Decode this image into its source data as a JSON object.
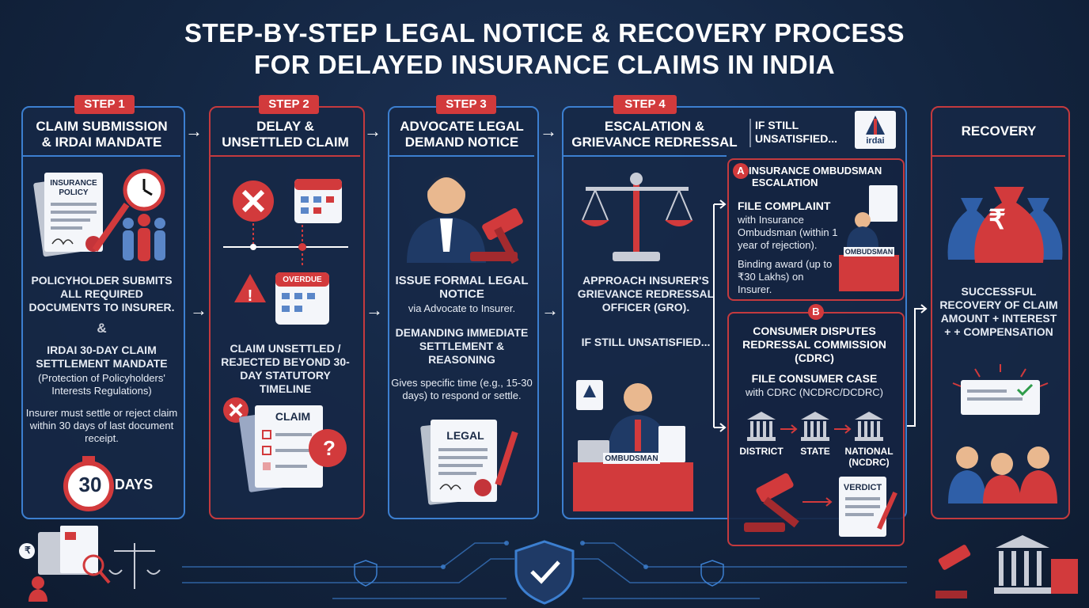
{
  "title": {
    "line1": "STEP-BY-STEP LEGAL NOTICE & RECOVERY PROCESS",
    "line2": "FOR DELAYED INSURANCE CLAIMS IN INDIA"
  },
  "step1": {
    "badge": "STEP 1",
    "heading_line1": "CLAIM SUBMISSION",
    "heading_line2": "& IRDAI MANDATE",
    "policy_label_1": "INSURANCE",
    "policy_label_2": "POLICY",
    "text1": "POLICYHOLDER SUBMITS ALL REQUIRED DOCUMENTS TO INSURER.",
    "amp": "&",
    "text2": "IRDAI 30-DAY CLAIM SETTLEMENT MANDATE",
    "text3": "(Protection of Policyholders' Interests Regulations)",
    "text4": "Insurer must settle or reject claim within 30 days of last document receipt.",
    "timer_value": "30",
    "timer_label": "DAYS"
  },
  "step2": {
    "badge": "STEP 2",
    "heading_line1": "DELAY &",
    "heading_line2": "UNSETTLED CLAIM",
    "overdue_label": "OVERDUE",
    "text1": "CLAIM UNSETTLED / REJECTED BEYOND 30-DAY STATUTORY TIMELINE",
    "claim_label": "CLAIM"
  },
  "step3": {
    "badge": "STEP 3",
    "heading_line1": "ADVOCATE LEGAL",
    "heading_line2": "DEMAND NOTICE",
    "text1": "ISSUE FORMAL LEGAL NOTICE",
    "text2": "via Advocate to Insurer.",
    "text3": "DEMANDING IMMEDIATE SETTLEMENT & REASONING",
    "text4": "Gives specific time (e.g., 15-30 days) to respond or settle.",
    "legal_label": "LEGAL"
  },
  "step4": {
    "badge": "STEP 4",
    "heading_line1": "ESCALATION &",
    "heading_line2": "GRIEVANCE REDRESSAL",
    "side_line1": "IF STILL",
    "side_line2": "UNSATISFIED...",
    "logo_text": "irdai",
    "text1": "APPROACH INSURER'S GRIEVANCE REDRESSAL OFFICER (GRO).",
    "text2": "IF STILL UNSATISFIED...",
    "ombudsman_sign": "OMBUDSMAN"
  },
  "optionA": {
    "letter": "A",
    "title_line1": "INSURANCE OMBUDSMAN",
    "title_line2": "ESCALATION",
    "sub_title": "FILE COMPLAINT",
    "text1": "with Insurance Ombudsman (within 1 year of rejection).",
    "text2": "Binding award (up to ₹30 Lakhs) on Insurer.",
    "sign": "OMBUDSMAN"
  },
  "optionB": {
    "letter": "B",
    "title": "CONSUMER DISPUTES REDRESSAL COMMISSION (CDRC)",
    "sub_title": "FILE CONSUMER CASE",
    "text1": "with CDRC (NCDRC/DCDRC)",
    "levels": [
      "DISTRICT",
      "STATE",
      "NATIONAL (NCDRC)"
    ],
    "verdict_label": "VERDICT"
  },
  "recovery": {
    "heading": "RECOVERY",
    "symbol": "₹",
    "text1": "SUCCESSFUL RECOVERY OF CLAIM AMOUNT + INTEREST + + COMPENSATION"
  },
  "colors": {
    "navy": "#13233d",
    "blue_border": "#3c7fd0",
    "red": "#d23a3c"
  }
}
